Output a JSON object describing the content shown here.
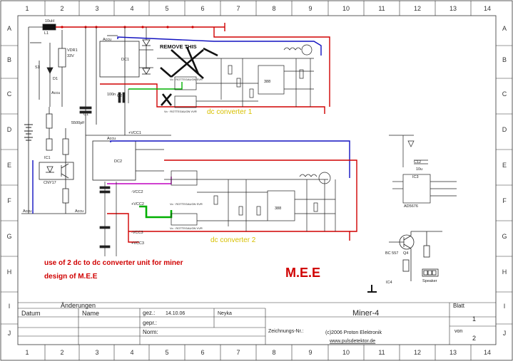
{
  "grid": {
    "columns": [
      "1",
      "2",
      "3",
      "4",
      "5",
      "6",
      "7",
      "8",
      "9",
      "10",
      "11",
      "12",
      "13",
      "14"
    ],
    "rows": [
      "A",
      "B",
      "C",
      "D",
      "E",
      "F",
      "G",
      "H",
      "I",
      "J"
    ]
  },
  "annotations": {
    "remove_this": "REMOVE THIS",
    "converter_1": "dc converter 1",
    "converter_2": "dc converter 2",
    "note_line1": "use of 2 dc to dc converter unit for miner",
    "note_line2": "design of M.E.E",
    "mee_logo": "M.E.E"
  },
  "labels": {
    "l1": "L1",
    "l1_value": "10uH",
    "s1": "S1",
    "vdr1": "VDR1",
    "vdr1_value": "33V",
    "d1": "D1",
    "c1": "C1",
    "c1_value": "5500pF",
    "c2": "C2",
    "c2_value": "100n",
    "ic1": "IC1",
    "ic1_part": "CNY17",
    "ic3": "IC3",
    "ic3_part": "AD5676",
    "c12": "C12",
    "c12_value": "10u",
    "q4": "Q4",
    "q4_part": "BC 557",
    "ic4": "IC4",
    "speaker": "Speaker",
    "vcc1": "+VCC1",
    "vcc2": "+VCC2",
    "vcc2_neg": "-VCC2",
    "vcc3": "+VCC3",
    "vcc3_neg": "-VCC3",
    "accu": "Accu",
    "mod1": "Vo · ROTTEGAUGN SVR",
    "mod2": "Vo · ROTTEGAUGN VVR",
    "mod3": "Vo · ROTTEGAUGN SVR",
    "mod4": "Vo · ROTTEGAUGN VVR",
    "ic_388": "388",
    "dc1": "DC1",
    "dc2": "DC2"
  },
  "title_block": {
    "changes_header": "Änderungen",
    "datum": "Datum",
    "name": "Name",
    "gez_label": "gez.:",
    "gez_date": "14.10.06",
    "gez_name": "Neyka",
    "gepr_label": "gepr.:",
    "norm_label": "Norm:",
    "drawing_no_label": "Zeichnungs-Nr.:",
    "title": "Miner-4",
    "blatt_label": "Blatt",
    "blatt_value": "1",
    "von_label": "von",
    "von_value": "2",
    "copyright": "(c)2006 Proton Elektronik",
    "website": "www.pulsdetektor.de"
  },
  "colors": {
    "red_wire": "#d00000",
    "blue_wire": "#1010c0",
    "green_wire": "#00b000",
    "magenta_wire": "#c000c0",
    "yellow_text": "#d8c000",
    "red_text": "#d00000",
    "ink": "#222222"
  }
}
